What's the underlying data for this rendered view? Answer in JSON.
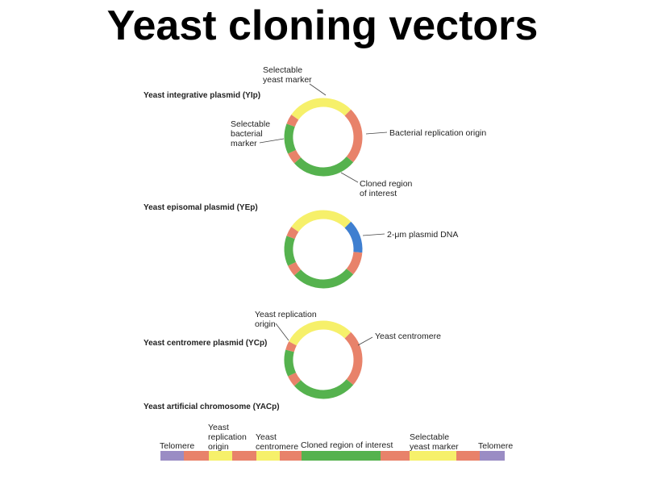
{
  "title": "Yeast cloning vectors",
  "colors": {
    "yellow": "#f6f06a",
    "red": "#e8826a",
    "green": "#55b24e",
    "blue": "#3f7fd0",
    "purple": "#9a8cc4"
  },
  "vectors": [
    {
      "name": "Yeast integrative plasmid (YIp)",
      "labels": {
        "top": [
          "Selectable",
          "yeast marker"
        ],
        "left": [
          "Selectable",
          "bacterial",
          "marker"
        ],
        "right": [
          "Bacterial replication origin"
        ],
        "bottom": [
          "Cloned region",
          "of interest"
        ]
      }
    },
    {
      "name": "Yeast episomal plasmid (YEp)",
      "labels": {
        "right": [
          "2-μm plasmid DNA"
        ]
      }
    },
    {
      "name": "Yeast centromere plasmid (YCp)",
      "labels": {
        "topleft": [
          "Yeast replication",
          "origin"
        ],
        "right": [
          "Yeast centromere"
        ]
      }
    },
    {
      "name": "Yeast artificial chromosome (YACp)",
      "labels": {
        "telomere_left": [
          "Telomere"
        ],
        "replication_origin": [
          "Yeast",
          "replication",
          "origin"
        ],
        "centromere": [
          "Yeast",
          "centromere"
        ],
        "cloned_region": [
          "Cloned region of interest"
        ],
        "marker": [
          "Selectable",
          "yeast marker"
        ],
        "telomere_right": [
          "Telomere"
        ]
      }
    }
  ]
}
